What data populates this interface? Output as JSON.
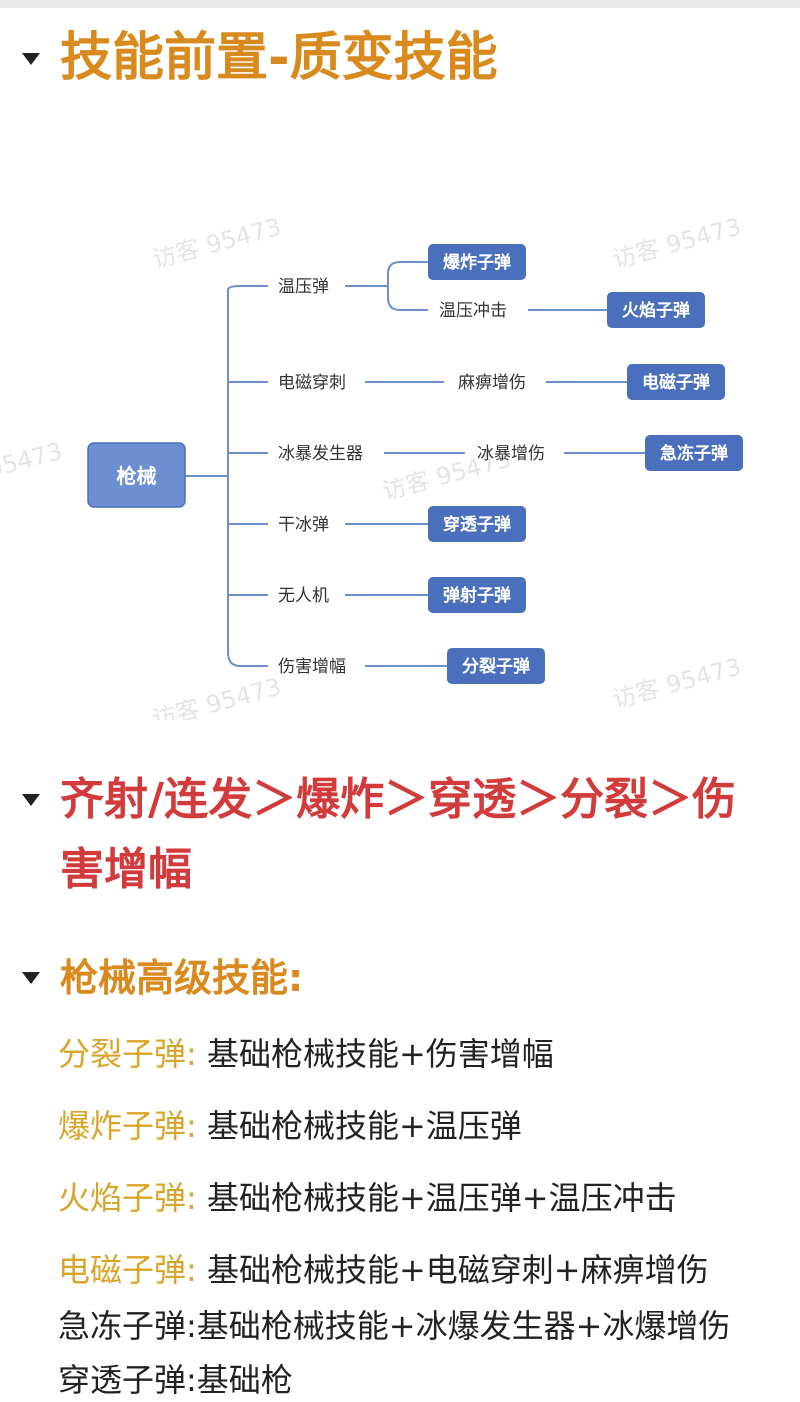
{
  "heading1": "技能前置-质变技能",
  "mindmap": {
    "root": "枪械",
    "branches": [
      {
        "label": "温压弹",
        "children": [
          {
            "label": "爆炸子弹",
            "leaf": true
          },
          {
            "label": "温压冲击",
            "child": "火焰子弹"
          }
        ]
      },
      {
        "label": "电磁穿刺",
        "mid": "麻痹增伤",
        "leaf": "电磁子弹"
      },
      {
        "label": "冰暴发生器",
        "mid": "冰暴增伤",
        "leaf": "急冻子弹"
      },
      {
        "label": "干冰弹",
        "leaf": "穿透子弹"
      },
      {
        "label": "无人机",
        "leaf": "弹射子弹"
      },
      {
        "label": "伤害增幅",
        "leaf": "分裂子弹"
      }
    ],
    "watermark": "访客 95473",
    "watermark_partial": "95473"
  },
  "heading2": "齐射/连发＞爆炸＞穿透＞分裂＞伤害增幅",
  "heading3": "枪械高级技能:",
  "skills": [
    {
      "label": "分裂子弹:",
      "text": " 基础枪械技能+伤害增幅"
    },
    {
      "label": "爆炸子弹:",
      "text": " 基础枪械技能+温压弹"
    },
    {
      "label": "火焰子弹:",
      "text": " 基础枪械技能+温压弹+温压冲击"
    },
    {
      "label": "电磁子弹:",
      "text": " 基础枪械技能+电磁穿刺+麻痹增伤"
    },
    {
      "label": "急冻子弹:",
      "text": "基础枪械技能+冰爆发生器+冰爆增伤"
    },
    {
      "label": "穿透子弹:",
      "text": "基础枪"
    }
  ],
  "colors": {
    "orange": "#d98a1e",
    "red": "#d23b3b",
    "blue": "#5b7ec6",
    "leaf": "#4a6fbd",
    "line": "#6b8fcf"
  }
}
